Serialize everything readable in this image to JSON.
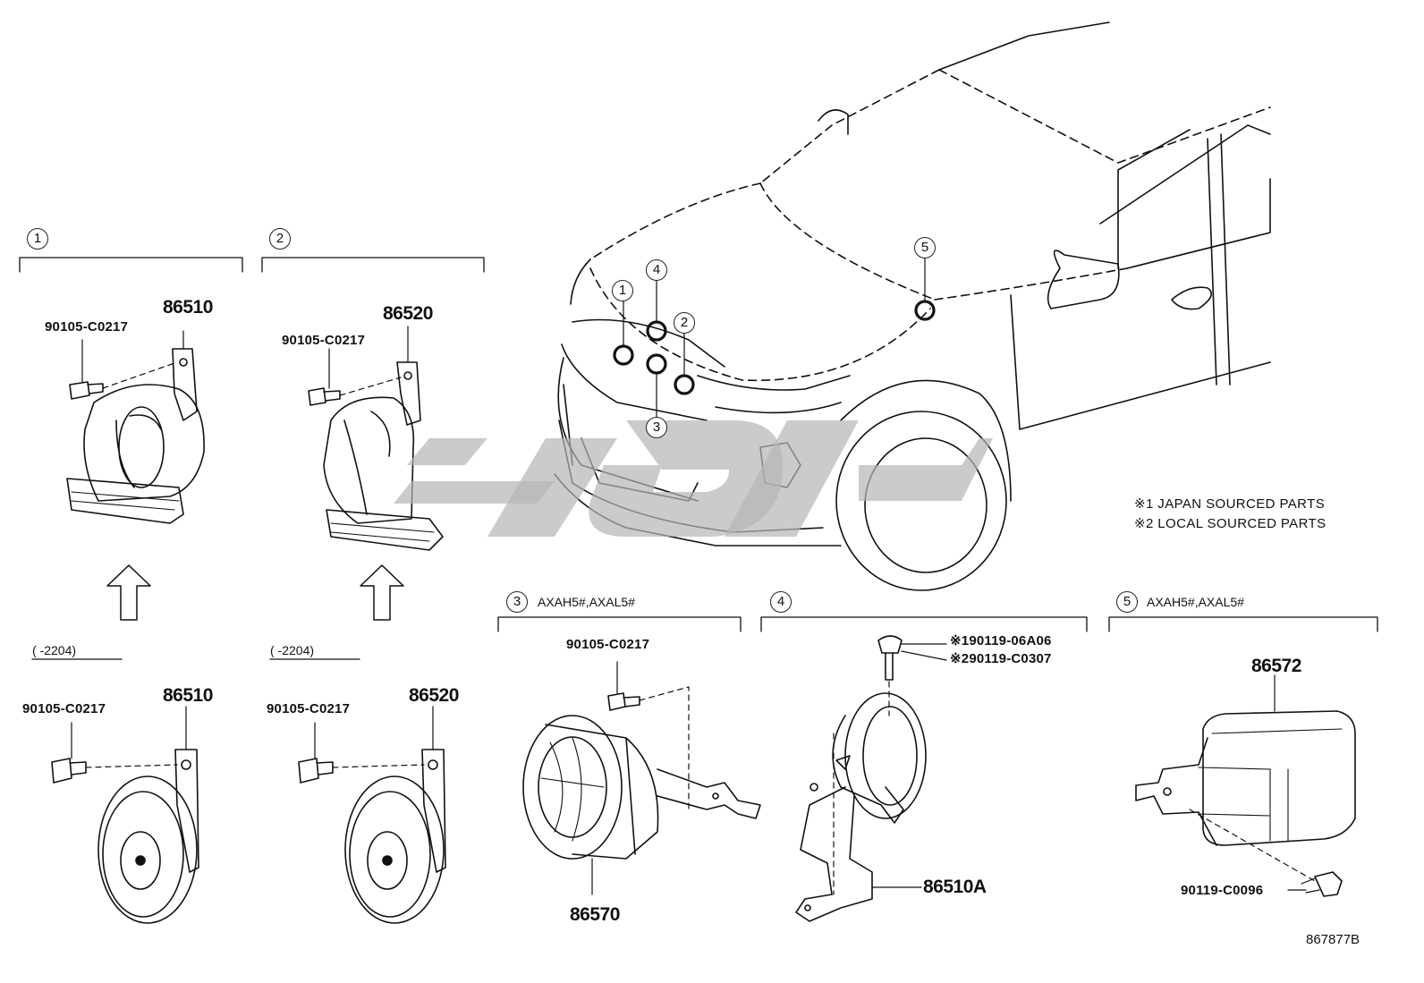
{
  "sections": [
    {
      "num": "1",
      "qualifier": "",
      "range": "( -2204)"
    },
    {
      "num": "2",
      "qualifier": "",
      "range": "( -2204)"
    },
    {
      "num": "3",
      "qualifier": "AXAH5#,AXAL5#"
    },
    {
      "num": "4",
      "qualifier": ""
    },
    {
      "num": "5",
      "qualifier": "AXAH5#,AXAL5#"
    }
  ],
  "car_callouts": [
    "1",
    "2",
    "3",
    "4",
    "5"
  ],
  "parts": {
    "s1_horn_top": "86510",
    "s1_bolt_top": "90105-C0217",
    "s1_horn_bottom": "86510",
    "s1_bolt_bottom": "90105-C0217",
    "s2_horn_top": "86520",
    "s2_bolt_top": "90105-C0217",
    "s2_horn_bottom": "86520",
    "s2_bolt_bottom": "90105-C0217",
    "s3_bolt": "90105-C0217",
    "s3_part": "86570",
    "s4_bolt_japan": "90119-06A06",
    "s4_bolt_local": "90119-C0307",
    "s4_part": "86510A",
    "s5_part": "86572",
    "s5_bolt": "90119-C0096"
  },
  "marks": {
    "note1": "※1",
    "note2": "※2"
  },
  "notes": [
    "JAPAN SOURCED PARTS",
    "LOCAL SOURCED PARTS"
  ],
  "diagram_ref": "867877B",
  "colors": {
    "line": "#111111",
    "watermark": "#b5b5b5"
  }
}
